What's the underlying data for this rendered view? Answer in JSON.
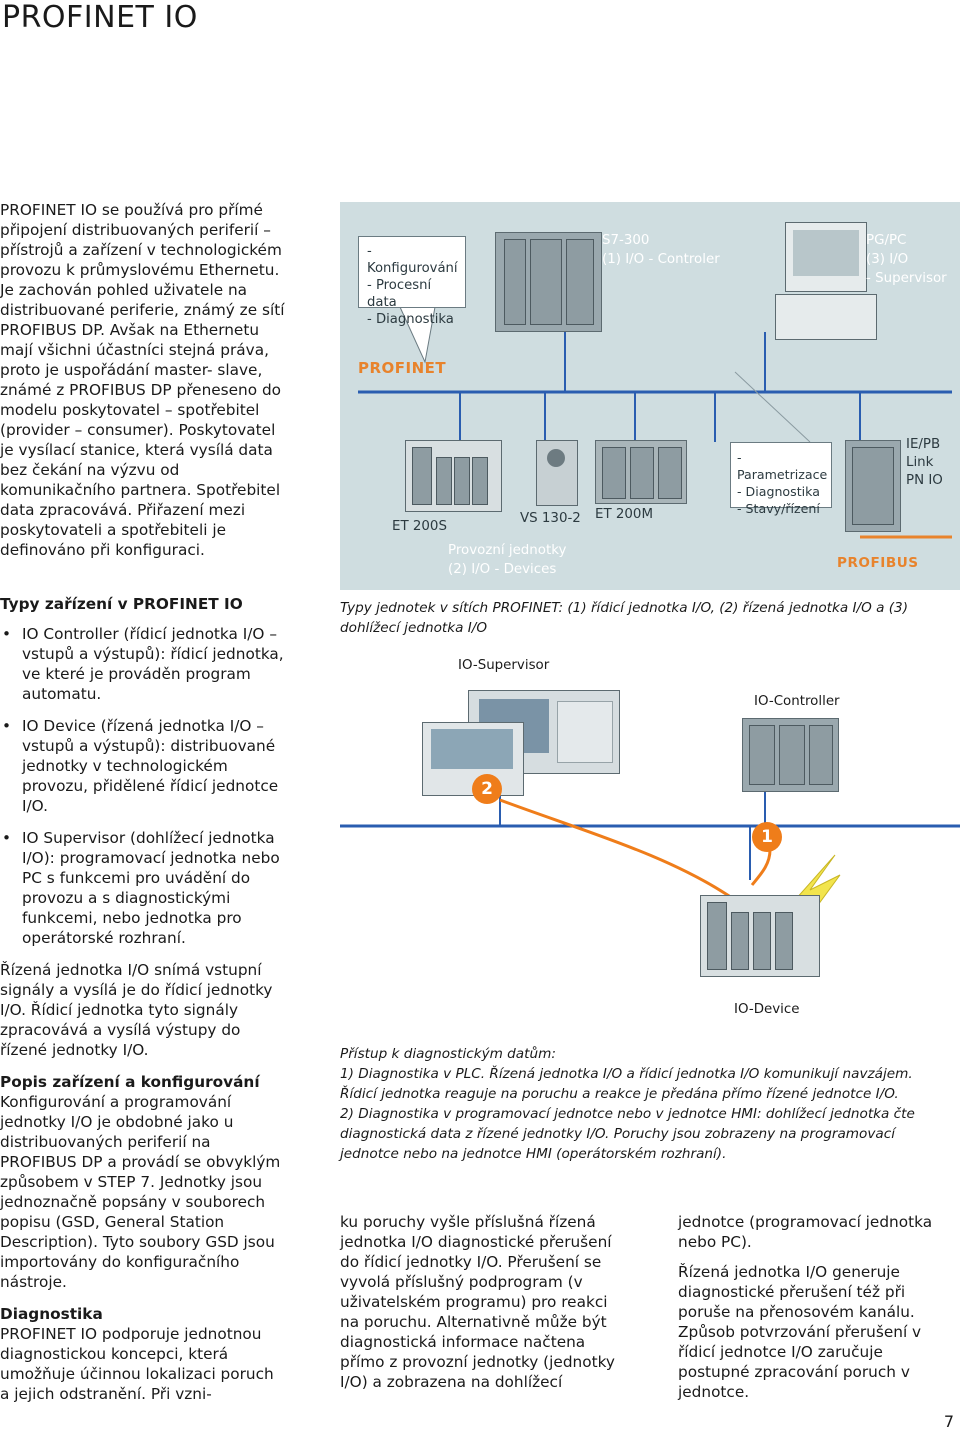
{
  "page": {
    "title": "PROFINET IO",
    "page_number": "7"
  },
  "left": {
    "intro": "PROFINET IO se používá pro přímé připojení distribuovaných periferií – přístrojů a zařízení v technologickém provozu k průmyslovému Ethernetu. Je zachován pohled uživatele na distribuované periferie, známý ze sítí PROFIBUS DP. Avšak na Ethernetu mají všichni účastníci stejná práva, proto je uspořádání master- slave, známé z PROFIBUS DP přeneseno do modelu poskytovatel – spotřebitel (provider – consumer). Poskytovatel je vysílací stanice, která vysílá data bez čekání na výzvu od komunikačního partnera. Spotřebitel data zpracovává. Přiřazení mezi poskytovateli a spotřebiteli je definováno při konfiguraci.",
    "h_types": "Typy zařízení v PROFINET IO",
    "bullets": [
      "IO Controller (řídicí jednotka I/O – vstupů a výstupů): řídicí jednotka, ve které je prováděn program automatu.",
      "IO Device (řízená jednotka I/O – vstupů a výstupů): distribuované jednotky v technologickém provozu, přidělené řídicí jednotce I/O.",
      "IO Supervisor (dohlížecí jednotka I/O): programovací jednotka nebo PC s funkcemi pro uvádění do provozu a s diagnostickými funkcemi, nebo jednotka pro operátorské rozhraní."
    ],
    "para_signals": "Řízená jednotka I/O snímá vstupní signály a vysílá je do řídicí jednotky I/O. Řídicí jednotka tyto signály zpracovává a vysílá výstupy do řízené jednotky I/O.",
    "h_config": "Popis zařízení a konfigurování",
    "para_config": "Konfigurování a programování jednotky I/O je obdobné jako u distribuovaných periferií na PROFIBUS DP a provádí se obvyklým způsobem v STEP 7. Jednotky jsou jednoznačně popsány v souborech popisu (GSD, General Station Description). Tyto soubory GSD jsou importovány do konfiguračního nástroje.",
    "h_diag": "Diagnostika",
    "para_diag": "PROFINET IO podporuje jednotnou diagnostickou koncepci, která umožňuje účinnou lokalizaci poruch a jejich odstranění. Při vzni-"
  },
  "fig1": {
    "bubble1": [
      "- Konfigurování",
      "- Procesní data",
      "- Diagnostika"
    ],
    "profinet": "PROFINET",
    "s7_name": "S7-300",
    "s7_role": "(1) I/O - Controler",
    "pg_name": "PG/PC",
    "pg_role": "(3) I/O",
    "pg_role2": "- Supervisor",
    "et200s": "ET 200S",
    "vs130": "VS 130-2",
    "et200m": "ET 200M",
    "bubble2": [
      "- Parametrizace",
      "- Diagnostika",
      "- Stavy/řízení"
    ],
    "iepb": [
      "IE/PB",
      "Link",
      "PN IO"
    ],
    "devices": "Provozní jednotky",
    "devices2": "(2) I/O - Devices",
    "profibus": "PROFIBUS"
  },
  "caption1": "Typy jednotek v sítích PROFINET: (1) řídicí jednotka I/O, (2) řízená jednotka I/O a (3) dohlížecí jednotka I/O",
  "fig2": {
    "supervisor": "IO-Supervisor",
    "controller": "IO-Controller",
    "device": "IO-Device",
    "badge2": "2",
    "badge1": "1"
  },
  "caption2": {
    "line1": "Přístup k diagnostickým datům:",
    "line2": "1) Diagnostika v PLC. Řízená jednotka I/O a řídicí jednotka I/O komunikují navzájem. Řídicí jednotka reaguje na poruchu a reakce je předána přímo řízené jednotce I/O.",
    "line3": "2) Diagnostika v programovací jednotce nebo v jednotce HMI: dohlížecí jednotka čte diagnostická data z řízené jednotky I/O. Poruchy jsou zobrazeny na programovací jednotce nebo na jednotce HMI (operátorském rozhraní)."
  },
  "col_mid": "ku poruchy vyšle příslušná řízená jednotka I/O diagnostické přerušení do řídicí jednotky I/O. Přerušení se vyvolá příslušný podprogram (v uživatelském programu) pro reakci na poruchu. Alternativně může být diagnostická informace načtena přímo z provozní jednotky (jednotky I/O) a zobrazena na dohlížecí",
  "col_right": {
    "p1": "jednotce (programovací jednotka nebo PC).",
    "p2": "Řízená jednotka I/O generuje diagnostické přerušení též při poruše na přenosovém kanálu. Způsob potvrzování přerušení v řídicí jednotce I/O zaručuje postupné zpracování poruch v jednotce."
  },
  "colors": {
    "fig_bg": "#cfdde0",
    "bus_blue": "#2a5db0",
    "orange": "#e8832c",
    "badge_orange": "#ef7d1a"
  }
}
